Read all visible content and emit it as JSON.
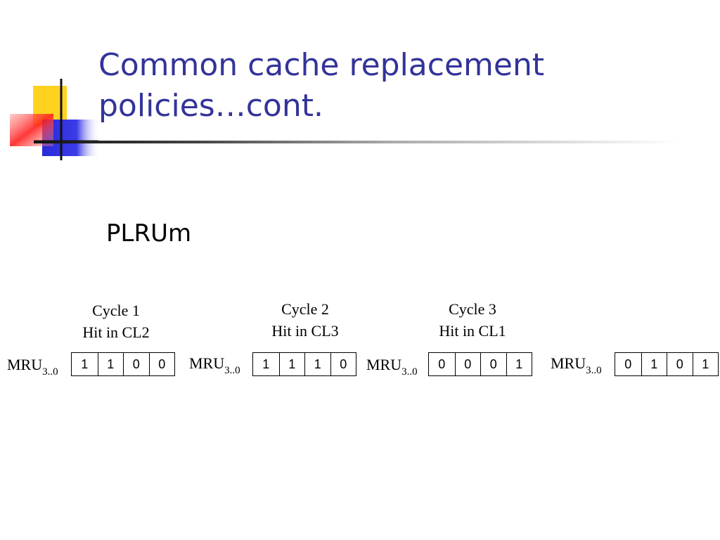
{
  "slide": {
    "title_line1": "Common cache replacement",
    "title_line2": "policies…cont.",
    "subtitle": "PLRUm",
    "accent_color": "#33339a"
  },
  "registers": [
    {
      "label": "MRU",
      "subscript": "3..0",
      "bits": [
        "1",
        "1",
        "0",
        "0"
      ]
    },
    {
      "label": "MRU",
      "subscript": "3..0",
      "bits": [
        "1",
        "1",
        "1",
        "0"
      ]
    },
    {
      "label": "MRU",
      "subscript": "3..0",
      "bits": [
        "0",
        "0",
        "0",
        "1"
      ]
    },
    {
      "label": "MRU",
      "subscript": "3..0",
      "bits": [
        "0",
        "1",
        "0",
        "1"
      ]
    }
  ],
  "cycles": [
    {
      "name": "Cycle 1",
      "event": "Hit in CL2"
    },
    {
      "name": "Cycle 2",
      "event": "Hit in CL3"
    },
    {
      "name": "Cycle 3",
      "event": "Hit in CL1"
    }
  ]
}
